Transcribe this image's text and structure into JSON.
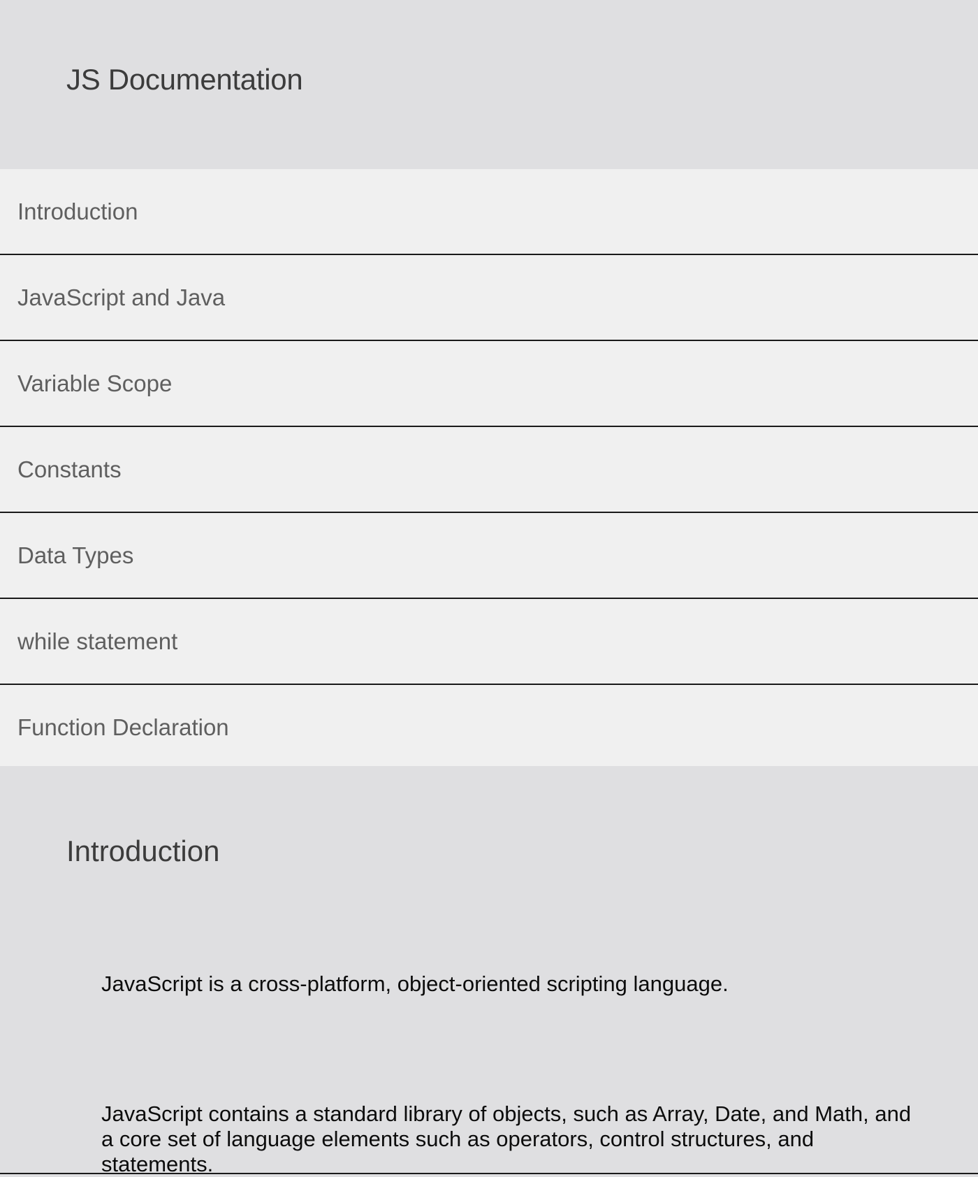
{
  "header": {
    "title": "JS Documentation"
  },
  "nav": {
    "items": [
      {
        "label": "Introduction"
      },
      {
        "label": "JavaScript and Java"
      },
      {
        "label": "Variable Scope"
      },
      {
        "label": "Constants"
      },
      {
        "label": "Data Types"
      },
      {
        "label": "while statement"
      },
      {
        "label": "Function Declaration"
      }
    ]
  },
  "main": {
    "section_title": "Introduction",
    "paragraphs": [
      "JavaScript is a cross-platform, object-oriented scripting language.",
      "JavaScript contains a standard library of objects, such as Array, Date, and Math, and a core set of language elements such as operators, control structures, and statements."
    ]
  }
}
